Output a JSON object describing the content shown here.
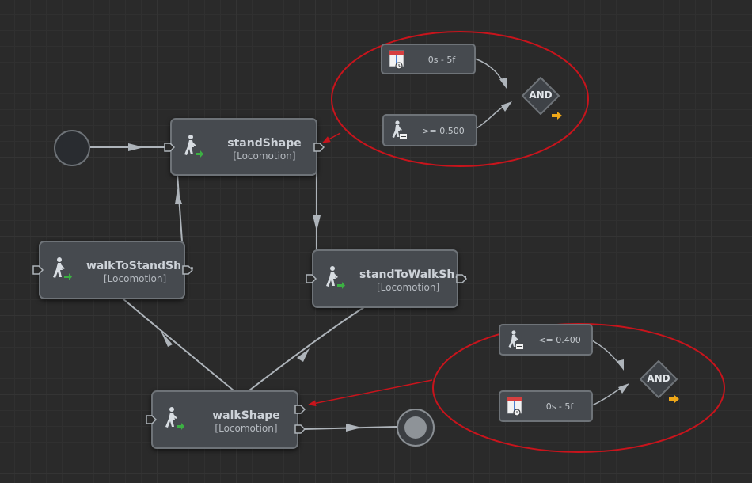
{
  "graph": {
    "states": [
      {
        "id": "standShape",
        "title": "standShape",
        "subtitle": "[Locomotion]",
        "icon": "walking-figure-icon"
      },
      {
        "id": "standToWalkShape",
        "title": "standToWalkSh...",
        "subtitle": "[Locomotion]",
        "icon": "walking-figure-icon"
      },
      {
        "id": "walkToStandShape",
        "title": "walkToStandSh...",
        "subtitle": "[Locomotion]",
        "icon": "walking-figure-icon"
      },
      {
        "id": "walkShape",
        "title": "walkShape",
        "subtitle": "[Locomotion]",
        "icon": "walking-figure-icon"
      }
    ],
    "condition_groups": [
      {
        "conditions": [
          {
            "text": "0s - 5f",
            "icon": "timeline-clock-icon"
          },
          {
            "text": ">= 0.500",
            "icon": "walking-figure-threshold-icon"
          }
        ],
        "operator": "AND",
        "output_icon": "yellow-arrow-icon"
      },
      {
        "conditions": [
          {
            "text": "<= 0.400",
            "icon": "walking-figure-threshold-icon"
          },
          {
            "text": "0s - 5f",
            "icon": "timeline-clock-icon"
          }
        ],
        "operator": "AND",
        "output_icon": "yellow-arrow-icon"
      }
    ],
    "entry_node": "entry-circle",
    "exit_node": "exit-circle"
  },
  "colors": {
    "background": "#2a2a2a",
    "node_fill": "#464a4f",
    "node_border": "#6e7378",
    "connection": "#aeb4ba",
    "annotation_red": "#c8141c",
    "accent_green": "#3cb043",
    "accent_yellow": "#f0a818"
  }
}
